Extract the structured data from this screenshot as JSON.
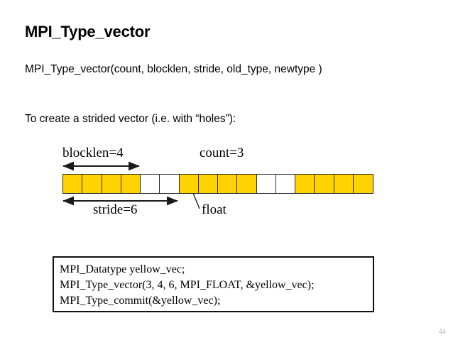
{
  "slide": {
    "title": "MPI_Type_vector",
    "signature": "MPI_Type_vector(count, blocklen, stride, old_type, newtype )",
    "description": "To create a strided vector (i.e. with “holes”):",
    "page_number": "44"
  },
  "diagram": {
    "labels": {
      "blocklen": "blocklen=4",
      "count": "count=3",
      "stride": "stride=6",
      "float": "float"
    },
    "colors": {
      "filled": "#FFD200",
      "hole": "#FFFFFF",
      "outline": "#2B2B2B"
    },
    "memory_cells": [
      "filled",
      "filled",
      "filled",
      "filled",
      "hole",
      "hole",
      "filled",
      "filled",
      "filled",
      "filled",
      "hole",
      "hole",
      "filled",
      "filled",
      "filled",
      "filled"
    ],
    "cell_count": 16,
    "block_length": 4,
    "stride": 6,
    "block_count": 3,
    "element_type": "MPI_FLOAT"
  },
  "code_box": {
    "lines": [
      "MPI_Datatype yellow_vec;",
      "MPI_Type_vector(3, 4, 6, MPI_FLOAT, &yellow_vec);",
      "MPI_Type_commit(&yellow_vec);"
    ]
  }
}
